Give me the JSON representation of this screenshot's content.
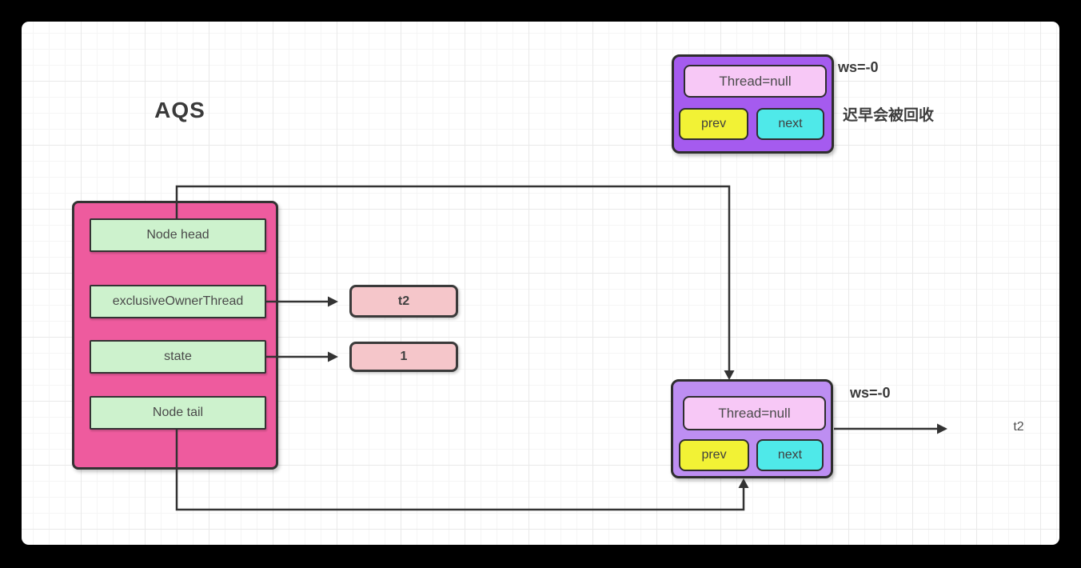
{
  "title": "AQS",
  "aqs": {
    "fields": [
      "Node head",
      "exclusiveOwnerThread",
      "state",
      "Node tail"
    ],
    "owner_value": "t2",
    "state_value": "1"
  },
  "recycled_node": {
    "thread": "Thread=null",
    "prev": "prev",
    "next": "next",
    "ws": "ws=-0",
    "note": "迟早会被回收"
  },
  "tail_node": {
    "thread": "Thread=null",
    "prev": "prev",
    "next": "next",
    "ws": "ws=-0",
    "points_to": "t2"
  },
  "colors": {
    "container_pink": "#ee5b9e",
    "field_green": "#cdf2cd",
    "value_pink": "#f5c6ca",
    "node_purple": "#a55bef",
    "node_purple_light": "#bd8ef2",
    "thread_pink": "#f7c8f6",
    "prev_yellow": "#f2f235",
    "next_cyan": "#4fe9e9",
    "stroke": "#333333",
    "grid_minor": "#f5f5f5",
    "grid_major": "#e9e9e9"
  }
}
